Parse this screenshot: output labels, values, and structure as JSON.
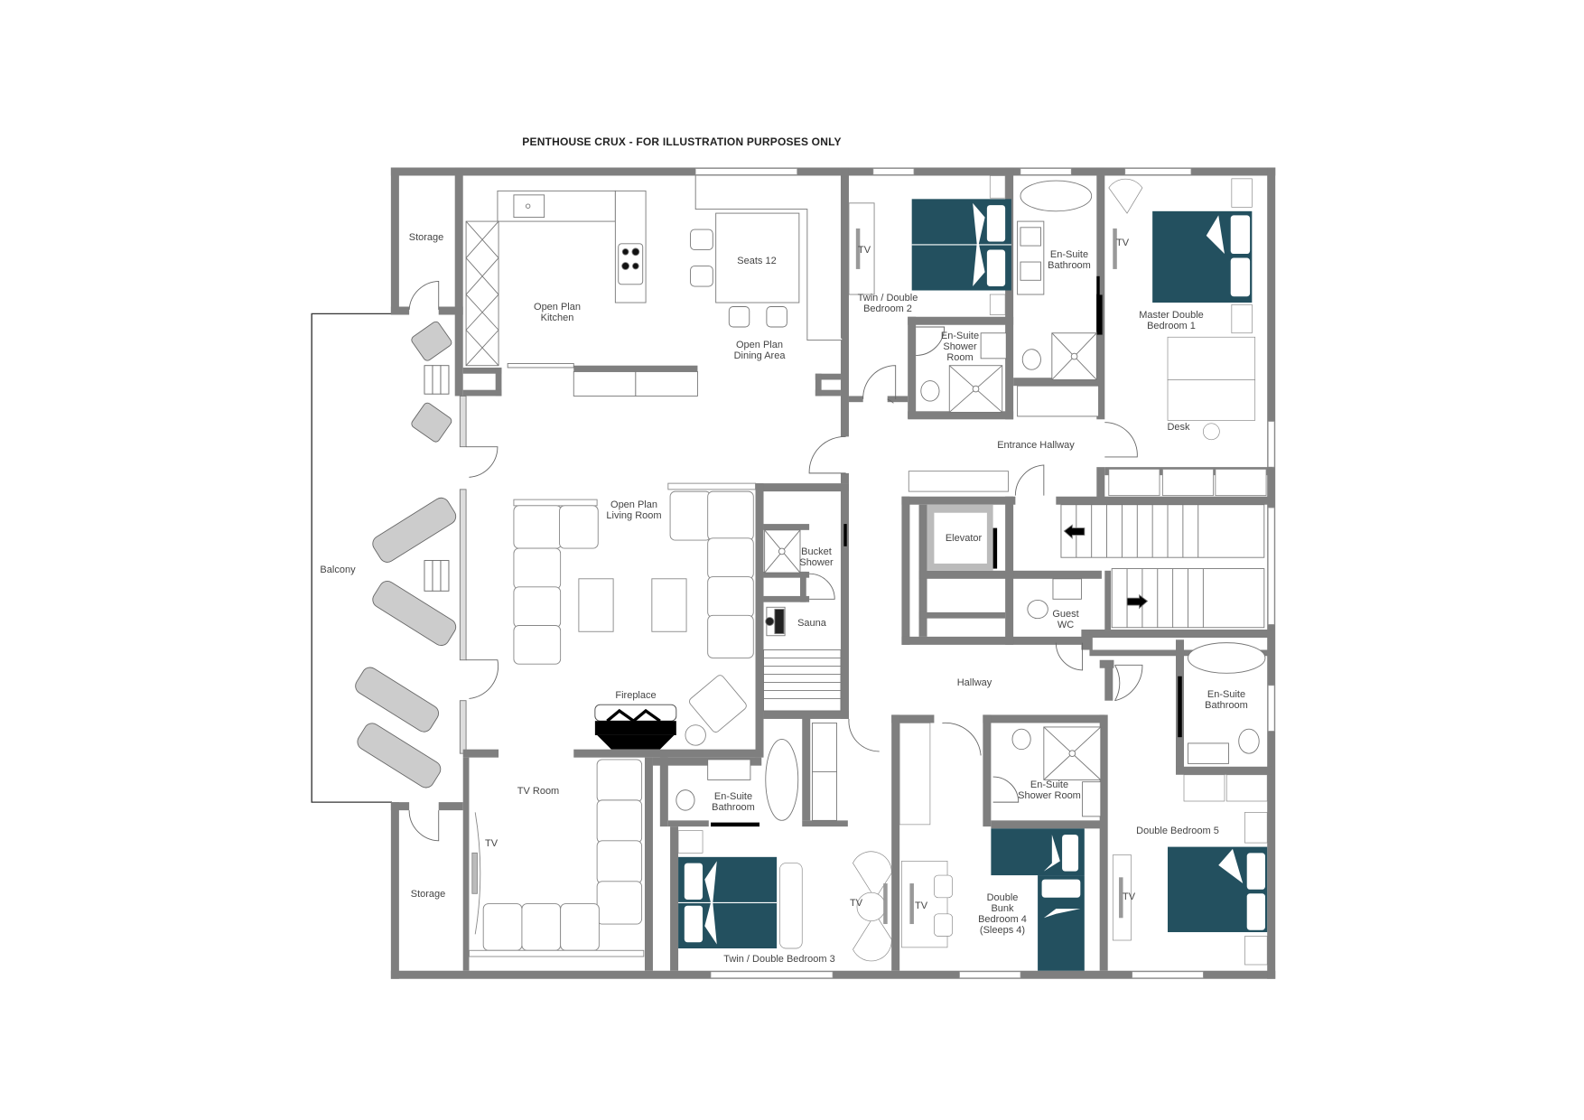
{
  "title": "PENTHOUSE CRUX - FOR ILLUSTRATION PURPOSES ONLY",
  "colors": {
    "wall": "#7f7f7f",
    "bed": "#23505f",
    "furniture_outline": "#8a8a8a",
    "text": "#444444",
    "background": "#ffffff"
  },
  "rooms": {
    "storage_top": "Storage",
    "kitchen": [
      "Open Plan",
      "Kitchen"
    ],
    "dining": [
      "Open Plan",
      "Dining Area"
    ],
    "dining_table": "Seats 12",
    "bedroom2": [
      "Twin / Double",
      "Bedroom 2"
    ],
    "bedroom2_tv": "TV",
    "ensuite_shower_room_2": [
      "En-Suite",
      "Shower",
      "Room"
    ],
    "ensuite_bathroom_1": [
      "En-Suite",
      "Bathroom"
    ],
    "master_tv": "TV",
    "master": [
      "Master Double",
      "Bedroom 1"
    ],
    "desk": "Desk",
    "entrance_hallway": "Entrance Hallway",
    "balcony": "Balcony",
    "living": [
      "Open Plan",
      "Living Room"
    ],
    "bucket_shower": [
      "Bucket",
      "Shower"
    ],
    "sauna": "Sauna",
    "elevator": "Elevator",
    "guest_wc": [
      "Guest",
      "WC"
    ],
    "hallway": "Hallway",
    "fireplace": "Fireplace",
    "ensuite_bathroom_5": [
      "En-Suite",
      "Bathroom"
    ],
    "tv_room": "TV Room",
    "tv_room_tv": "TV",
    "ensuite_bathroom_3": [
      "En-Suite",
      "Bathroom"
    ],
    "ensuite_shower_room_4": [
      "En-Suite",
      "Shower Room"
    ],
    "bedroom5": "Double Bedroom 5",
    "storage_bottom": "Storage",
    "bedroom3": "Twin / Double Bedroom 3",
    "bedroom3_tv": "TV",
    "bedroom4_tv": "TV",
    "bedroom4": [
      "Double",
      "Bunk",
      "Bedroom 4",
      "(Sleeps 4)"
    ],
    "bedroom5_tv": "TV"
  }
}
